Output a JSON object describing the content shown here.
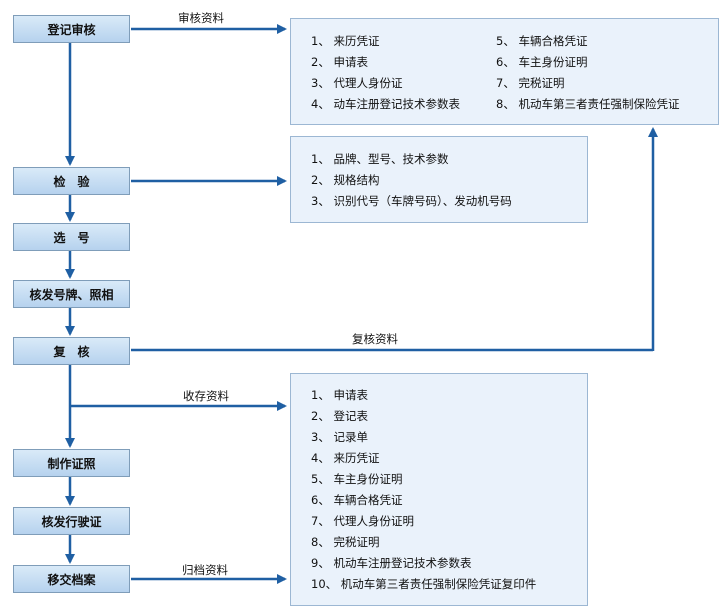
{
  "steps": [
    "登记审核",
    "检　验",
    "选　号",
    "核发号牌、照相",
    "复　核",
    "制作证照",
    "核发行驶证",
    "移交档案"
  ],
  "flow_labels": {
    "review_docs": "审核资料",
    "recheck_docs": "复核资料",
    "storage_docs": "收存资料",
    "archive_docs": "归档资料"
  },
  "panel_review": {
    "left": [
      "1、 来历凭证",
      "2、 申请表",
      "3、 代理人身份证",
      "4、 动车注册登记技术参数表"
    ],
    "right": [
      "5、 车辆合格凭证",
      "6、 车主身份证明",
      "7、 完税证明",
      "8、 机动车第三者责任强制保险凭证"
    ]
  },
  "panel_inspection": {
    "items": [
      "1、 品牌、型号、技术参数",
      "2、 规格结构",
      "3、 识别代号（车牌号码）、发动机号码"
    ]
  },
  "panel_archive": {
    "items": [
      "1、 申请表",
      "2、 登记表",
      "3、 记录单",
      "4、 来历凭证",
      "5、 车主身份证明",
      "6、 车辆合格凭证",
      "7、 代理人身份证明",
      "8、 完税证明",
      "9、 机动车注册登记技术参数表",
      "10、 机动车第三者责任强制保险凭证复印件"
    ]
  },
  "colors": {
    "arrow": "#1f5fa3",
    "box_fill_top": "#d9eaf8",
    "box_fill_bottom": "#b6d2ee",
    "panel_fill": "#eaf2fb",
    "panel_border": "#9cb7d3"
  }
}
